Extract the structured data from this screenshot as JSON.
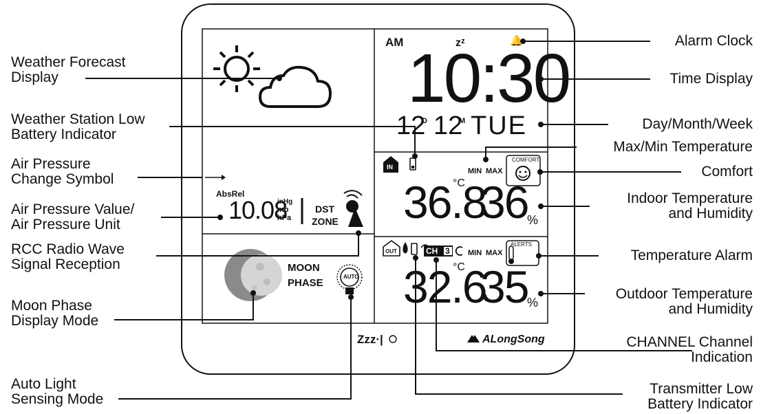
{
  "device": {
    "am": "AM",
    "sleep": "zᶻ",
    "time": "10:30",
    "day_num": "12",
    "day_mark": "D",
    "month_num": "12",
    "month_mark": "M",
    "weekday": "TUE",
    "in_tag": "IN",
    "min": "MIN",
    "max": "MAX",
    "comfort": "COMFORT",
    "in_temp": "36.8",
    "in_temp_unit": "°C",
    "in_hum": "36",
    "pct": "%",
    "pressure_type": "AbsRel",
    "pressure": "10.08",
    "unit_inhg": "inHg",
    "unit_mb": "mb",
    "unit_hpa": "hPa",
    "dst": "DST",
    "zone": "ZONE",
    "moon1": "MOON",
    "moon2": "PHASE",
    "auto": "AUTO",
    "out_tag": "OUT",
    "channel": "CH",
    "channel_num": "3",
    "alerts": "ALERTS",
    "out_temp": "32.6",
    "out_temp_unit": "°C",
    "out_hum": "35",
    "zzz": "Zzz·|",
    "brand": "ALongSong"
  },
  "labels": {
    "weather_forecast": [
      "Weather Forecast",
      "Display"
    ],
    "low_battery_station": [
      "Weather Station Low",
      "Battery Indicator"
    ],
    "pressure_change": [
      "Air Pressure",
      "Change Symbol"
    ],
    "pressure_value": [
      "Air Pressure Value/",
      "Air Pressure Unit"
    ],
    "rcc": [
      "RCC Radio Wave",
      "Signal Reception"
    ],
    "moon_phase": [
      "Moon Phase",
      "Display Mode"
    ],
    "auto_light": [
      "Auto Light",
      "Sensing Mode"
    ],
    "alarm_clock": [
      "Alarm Clock"
    ],
    "time_display": [
      "Time Display"
    ],
    "day_month_week": [
      "Day/Month/Week"
    ],
    "max_min_temp": [
      "Max/Min Temperature"
    ],
    "comfort": [
      "Comfort"
    ],
    "indoor_temp": [
      "Indoor Temperature",
      "and Humidity"
    ],
    "temp_alarm": [
      "Temperature Alarm"
    ],
    "outdoor_temp": [
      "Outdoor Temperature",
      "and Humidity"
    ],
    "channel_indication": [
      "CHANNEL Channel",
      "Indication"
    ],
    "transmitter_battery": [
      "Transmitter Low",
      "Battery Indicator"
    ]
  }
}
